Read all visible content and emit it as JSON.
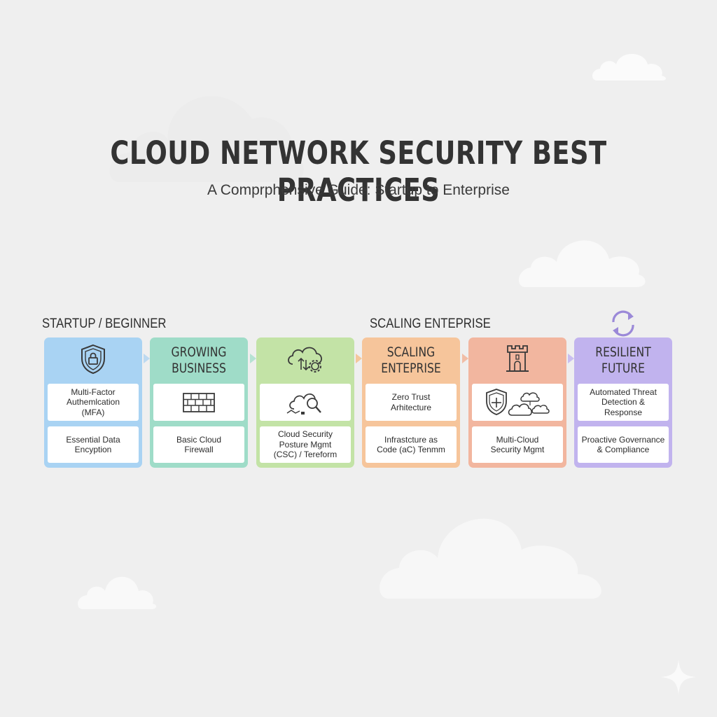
{
  "title": "CLOUD NETWORK SECURITY BEST PRACTICES",
  "subtitle": "A Comprphensive Guide: Startup to Enterprise",
  "stage_labels": {
    "left": "STARTUP / BEGINNER",
    "middle": "SCALING ENTEPRISE"
  },
  "colors": {
    "background": "#efefef",
    "stage1": "#a9d3f3",
    "stage2": "#9fdcc8",
    "stage3": "#c3e3a6",
    "stage4": "#f6c59b",
    "stage5": "#f2b69f",
    "stage6": "#c1b3ee"
  },
  "stages": [
    {
      "icon": "shield-lock-icon",
      "heading": [],
      "items": [
        {
          "icon": null,
          "lines": [
            "Multi-Factor",
            "Authemlcation",
            "(MFA)"
          ]
        },
        {
          "icon": null,
          "lines": [
            "Essential Data",
            "Encyption"
          ]
        }
      ]
    },
    {
      "icon": null,
      "heading": [
        "GROWING",
        "BUSINESS"
      ],
      "items": [
        {
          "icon": "firewall-brick-icon",
          "lines": []
        },
        {
          "icon": null,
          "lines": [
            "Basic Cloud",
            "Firewall"
          ]
        }
      ]
    },
    {
      "icon": "cloud-gear-icon",
      "heading": [],
      "items": [
        {
          "icon": "cloud-magnifier-icon",
          "lines": []
        },
        {
          "icon": null,
          "lines": [
            "Cloud Security",
            "Posture Mgmt",
            "(CSC) / Tereform"
          ]
        }
      ]
    },
    {
      "icon": null,
      "heading": [
        "SCALING",
        "ENTEPRISE"
      ],
      "items": [
        {
          "icon": null,
          "lines": [
            "Zero Trust",
            "Arhitecture"
          ]
        },
        {
          "icon": null,
          "lines": [
            "Infrastcture as",
            "Code (aC) Tenmm"
          ]
        }
      ]
    },
    {
      "icon": "tower-icon",
      "heading": [],
      "items": [
        {
          "icon": "shield-clouds-icon",
          "lines": []
        },
        {
          "icon": null,
          "lines": [
            "Multi-Cloud",
            "Security Mgmt"
          ]
        }
      ]
    },
    {
      "icon": "refresh-cycle-icon",
      "heading": [
        "RESILIENT",
        "FUTURE"
      ],
      "items": [
        {
          "icon": null,
          "lines": [
            "Automated Threat",
            "Detection &",
            "Response"
          ]
        },
        {
          "icon": null,
          "lines": [
            "Proactive Governance",
            "& Compliance"
          ]
        }
      ]
    }
  ]
}
